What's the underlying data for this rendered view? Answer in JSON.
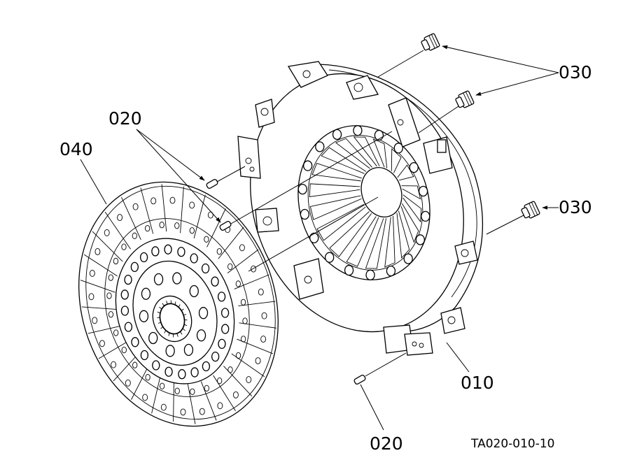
{
  "callouts": {
    "bolt_upper": "030",
    "bolt_right": "030",
    "pin_upper": "020",
    "pin_lower": "020",
    "disc": "040",
    "cover": "010"
  },
  "reference_code": "TA020-010-10",
  "colors": {
    "ink": "#000000",
    "paper": "#ffffff"
  }
}
